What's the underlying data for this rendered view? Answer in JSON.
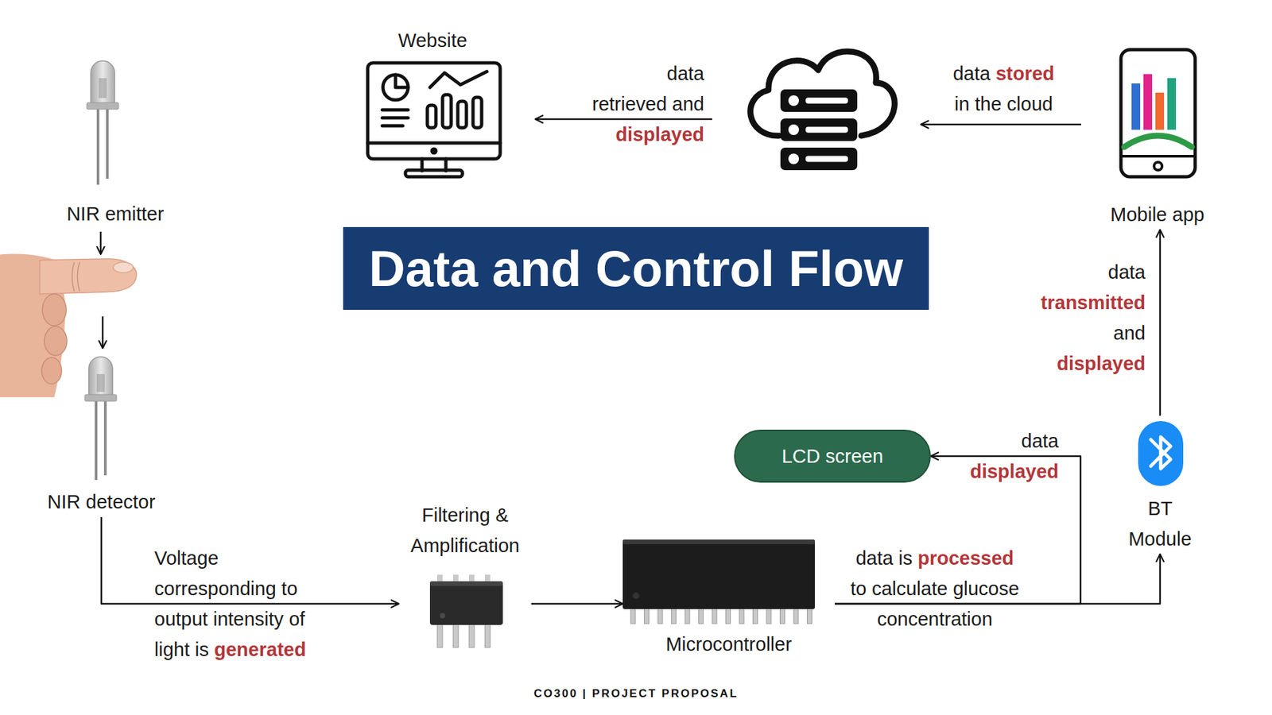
{
  "diagram": {
    "title": "Data and Control Flow",
    "nodes": [
      {
        "text": [
          "NIR emitter"
        ]
      },
      {
        "text": [
          "Website"
        ]
      },
      {
        "text": [
          "Mobile app"
        ]
      },
      {
        "text": [
          "LCD screen"
        ]
      },
      {
        "text": [
          "BT Module"
        ]
      },
      {
        "text": [
          "NIR detector"
        ]
      },
      {
        "text": [
          "Filtering & Amplification"
        ]
      },
      {
        "text": [
          "Microcontroller"
        ]
      }
    ],
    "edges": [
      {
        "from": 5,
        "to": 6,
        "arrow": "to",
        "label": "Voltage corresponding to output intensity of light is generated"
      },
      {
        "from": 6,
        "to": 7,
        "arrow": "to"
      },
      {
        "from": 7,
        "to": 3,
        "arrow": "to",
        "label": "data displayed"
      },
      {
        "from": 7,
        "to": 4,
        "arrow": "to",
        "label": "data is processed to calculate glucose concentration"
      },
      {
        "from": 4,
        "to": 2,
        "arrow": "to",
        "label": "data transmitted and displayed"
      }
    ],
    "labels": [
      "data stored in the cloud",
      "data retrieved and displayed",
      "CO300 | PROJECT PROPOSAL"
    ]
  }
}
